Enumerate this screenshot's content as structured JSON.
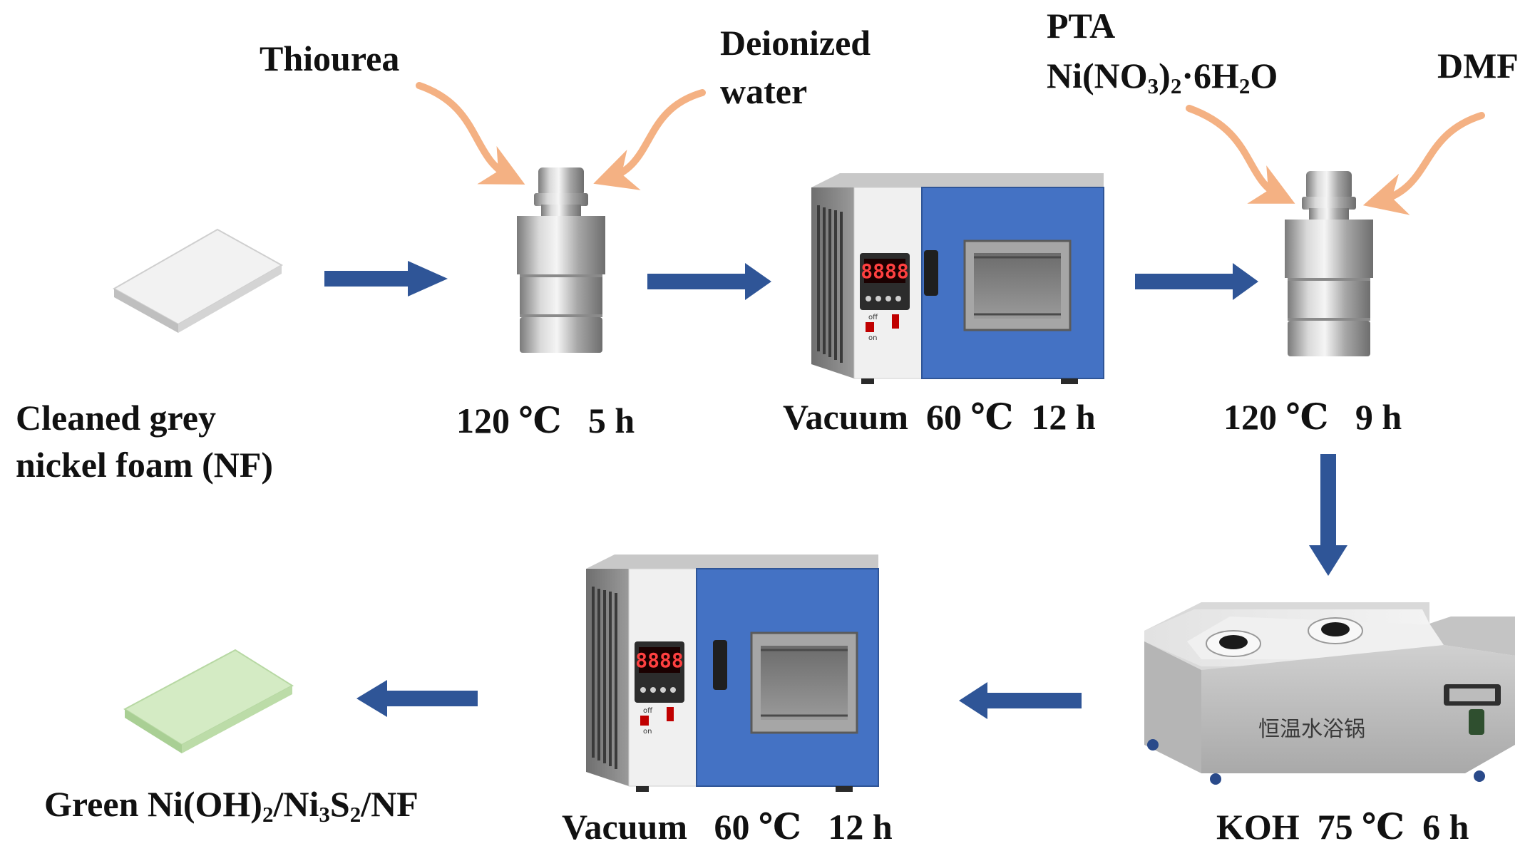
{
  "labels": {
    "thiourea": "Thiourea",
    "deionized_line1": "Deionized",
    "deionized_line2": "water",
    "pta": "PTA",
    "nitrate_prefix": "Ni(NO",
    "nitrate_sub1": "3",
    "nitrate_mid1": ")",
    "nitrate_sub2": "2",
    "nitrate_mid2": "·6H",
    "nitrate_sub3": "2",
    "nitrate_suffix": "O",
    "dmf": "DMF",
    "nf_line1": "Cleaned grey",
    "nf_line2": "nickel foam (NF)",
    "step1": "120 ℃   5 h",
    "step2": "Vacuum  60 ℃  12 h",
    "step3": "120 ℃   9 h",
    "step4": "KOH  75 ℃  6 h",
    "step5": "Vacuum   60 ℃   12 h",
    "product_prefix": "Green Ni(OH)",
    "product_sub1": "2",
    "product_mid1": "/Ni",
    "product_sub2": "3",
    "product_mid2": "S",
    "product_sub3": "2",
    "product_suffix": "/NF"
  },
  "devices": {
    "oven_display": "8888",
    "oven_switch_off": "off",
    "oven_switch_on": "on",
    "water_bath_label": "恒温水浴锅"
  },
  "colors": {
    "arrow_blue": "#2f5597",
    "curved_arrow_orange": "#f4b183",
    "oven_door_blue": "#4472c4",
    "grey_foam": "#e6e6e6",
    "green_foam": "#c5e0b4"
  }
}
